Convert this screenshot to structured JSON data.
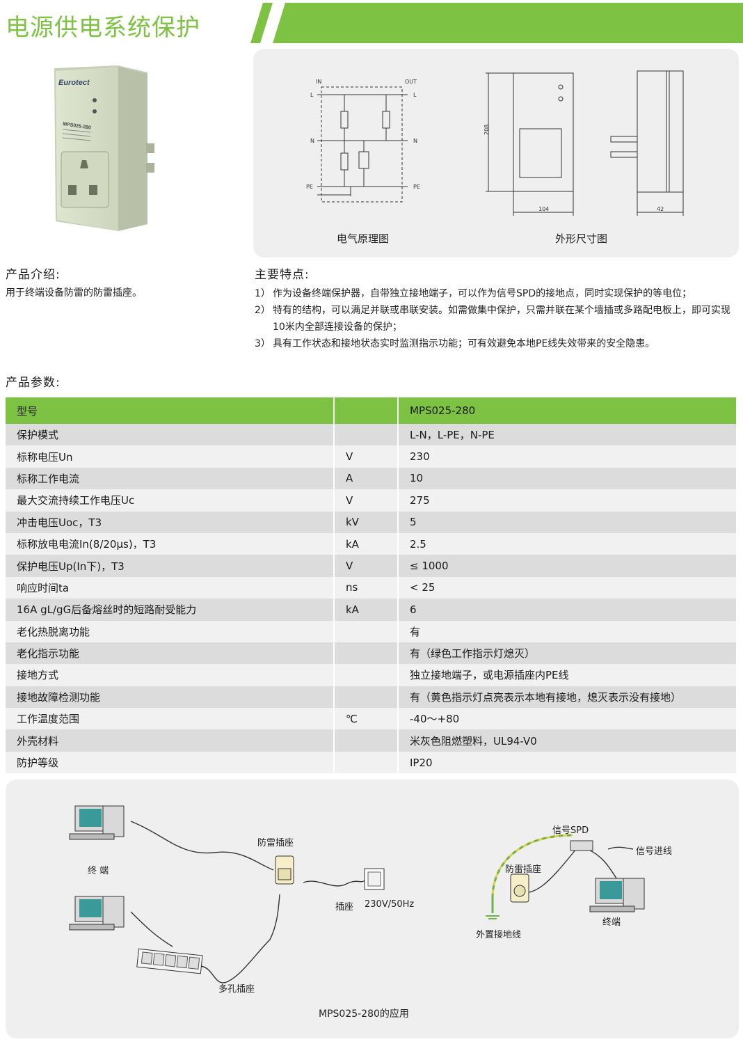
{
  "header": {
    "title": "电源供电系统保护"
  },
  "colors": {
    "accent": "#7dc242",
    "panel": "#efefef",
    "row_dark": "#dcdcdc",
    "row_light": "#f1f1f1"
  },
  "product_photo": {
    "brand": "Eurotect",
    "model": "MPS025-280"
  },
  "diagrams": {
    "schematic_caption": "电气原理图",
    "dimension_caption": "外形尺寸图",
    "schematic_labels": {
      "in": "IN",
      "out": "OUT",
      "l_left": "L",
      "l_right": "L",
      "n_left": "N",
      "n_right": "N",
      "pe_left": "PE",
      "pe_right": "PE"
    },
    "dimensions": {
      "height": "208",
      "width": "104",
      "depth": "42"
    }
  },
  "intro": {
    "title": "产品介绍:",
    "text": "用于终端设备防雷的防雷插座。"
  },
  "features": {
    "title": "主要特点:",
    "items": [
      {
        "num": "1）",
        "text": "作为设备终端保护器，自带独立接地端子，可以作为信号SPD的接地点，同时实现保护的等电位；"
      },
      {
        "num": "2）",
        "text": "特有的结构，可以满足并联或串联安装。如需做集中保护，只需并联在某个墙插或多路配电板上，即可实现10米内全部连接设备的保护；"
      },
      {
        "num": "3）",
        "text": "具有工作状态和接地状态实时监测指示功能；可有效避免本地PE线失效带来的安全隐患。"
      }
    ]
  },
  "params": {
    "title": "产品参数:",
    "header": {
      "name": "型号",
      "unit": "",
      "value": "MPS025-280"
    },
    "rows": [
      {
        "name": "保护模式",
        "unit": "",
        "value": "L-N，L-PE，N-PE"
      },
      {
        "name": "标称电压Un",
        "unit": "V",
        "value": "230"
      },
      {
        "name": "标称工作电流",
        "unit": "A",
        "value": "10"
      },
      {
        "name": "最大交流持续工作电压Uc",
        "unit": "V",
        "value": "275"
      },
      {
        "name": "冲击电压Uoc，T3",
        "unit": "kV",
        "value": "5"
      },
      {
        "name": "标称放电电流In(8/20μs)，T3",
        "unit": "kA",
        "value": "2.5"
      },
      {
        "name": "保护电压Up(In下)，T3",
        "unit": "V",
        "value": "≤ 1000"
      },
      {
        "name": "响应时间ta",
        "unit": "ns",
        "value": "< 25"
      },
      {
        "name": "16A gL/gG后备熔丝时的短路耐受能力",
        "unit": "kA",
        "value": "6"
      },
      {
        "name": "老化热脱离功能",
        "unit": "",
        "value": "有"
      },
      {
        "name": "老化指示功能",
        "unit": "",
        "value": "有（绿色工作指示灯熄灭）"
      },
      {
        "name": "接地方式",
        "unit": "",
        "value": "独立接地端子，或电源插座内PE线"
      },
      {
        "name": "接地故障检测功能",
        "unit": "",
        "value": "有（黄色指示灯点亮表示本地有接地，熄灭表示没有接地）"
      },
      {
        "name": "工作温度范围",
        "unit": "℃",
        "value": "-40～+80"
      },
      {
        "name": "外壳材料",
        "unit": "",
        "value": "米灰色阻燃塑料，UL94-V0"
      },
      {
        "name": "防护等级",
        "unit": "",
        "value": "IP20"
      }
    ]
  },
  "application": {
    "caption": "MPS025-280的应用",
    "labels": {
      "terminal_left": "终  端",
      "socket_protector": "防雷插座",
      "socket": "插座",
      "power": "230V/50Hz",
      "multi_socket": "多孔插座",
      "signal_spd": "信号SPD",
      "signal_in": "信号进线",
      "socket_protector_right": "防雷插座",
      "ground_wire": "外置接地线",
      "terminal_right": "终端"
    }
  }
}
